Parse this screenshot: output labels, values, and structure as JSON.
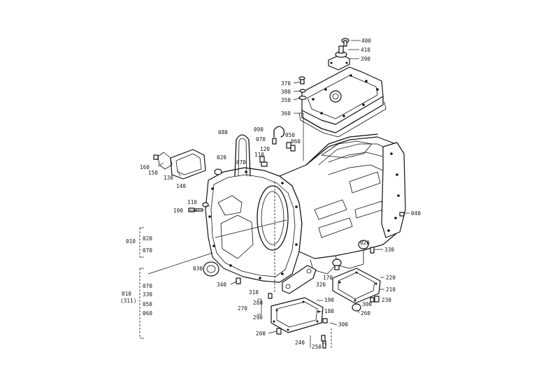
{
  "diagram": {
    "part_numbers": {
      "p400": "400",
      "p410": "410",
      "p390": "390",
      "p370": "370",
      "p380": "380",
      "p350": "350",
      "p360": "360",
      "p090": "090",
      "p070a": "070",
      "p050": "050",
      "p060": "060",
      "p080": "080",
      "p120": "120",
      "p110a": "110",
      "p070b": "070",
      "p020a": "020",
      "p160": "160",
      "p150": "150",
      "p130": "130",
      "p140": "140",
      "p110b": "110",
      "p100": "100",
      "p040": "040",
      "p020b": "020",
      "p330a": "330",
      "p010a": "010",
      "p020c": "020",
      "p070c": "070",
      "p030": "030",
      "p340": "340",
      "p010b": "010",
      "p311": "(311)",
      "p070d": "070",
      "p330b": "330",
      "p050b": "050",
      "p060b": "060",
      "p310": "310",
      "p320": "320",
      "p170": "170",
      "p220": "220",
      "p210": "210",
      "p230": "230",
      "p300a": "300",
      "p260": "260",
      "p270": "270",
      "p280": "280",
      "p290": "290",
      "p190": "190",
      "p180": "180",
      "p300b": "300",
      "p200": "200",
      "p240": "240",
      "p250": "250"
    }
  }
}
